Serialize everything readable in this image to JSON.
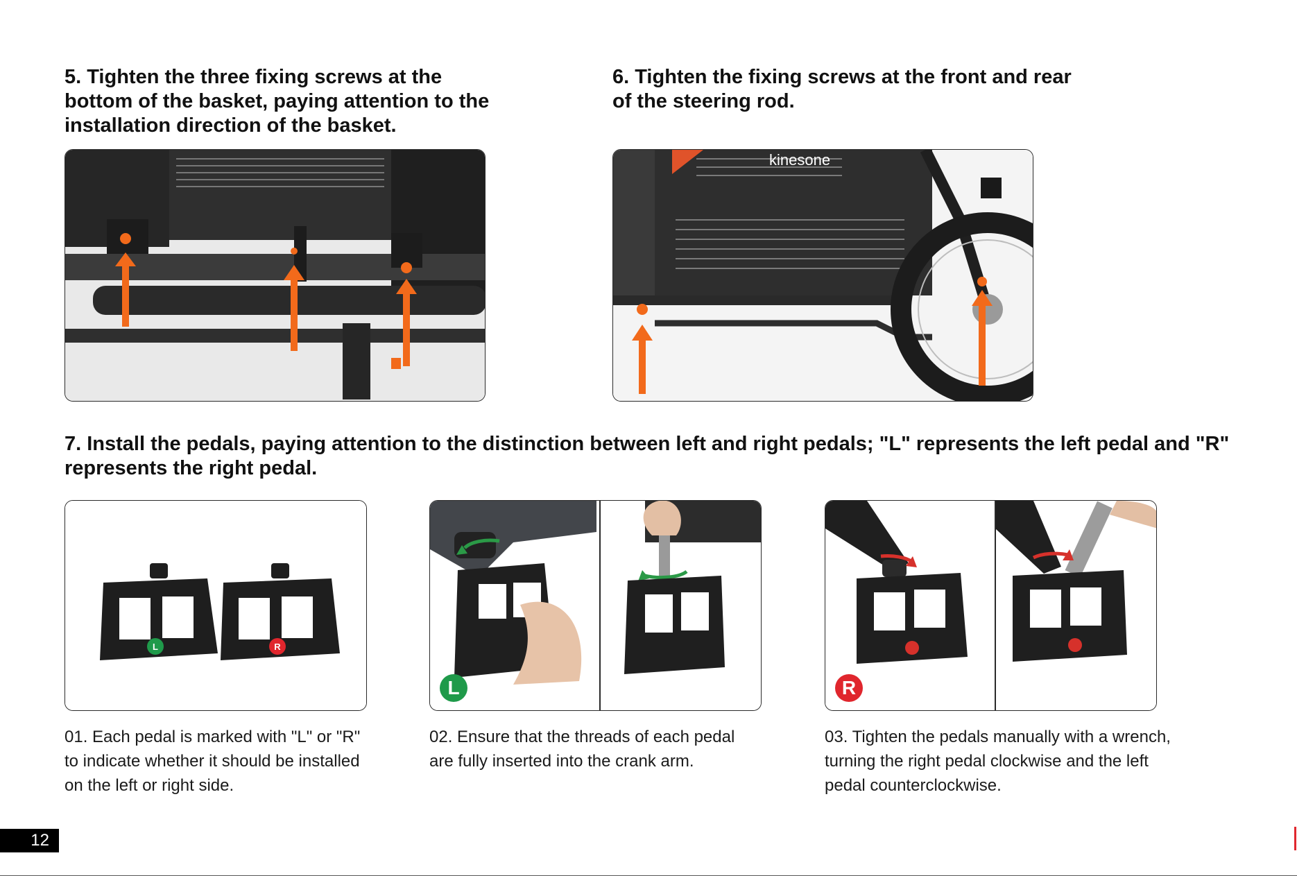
{
  "steps": {
    "step5": "5. Tighten the three fixing screws at the bottom of the basket, paying attention to the installation direction of the basket.",
    "step6": "6. Tighten the fixing screws at the front and rear of the steering rod.",
    "step7": "7. Install the pedals, paying attention to the distinction between left and right pedals; \"L\" represents the left pedal and \"R\" represents the right pedal."
  },
  "captions": {
    "c01": "01. Each pedal is marked with \"L\" or \"R\" to indicate whether it should be installed on the left or right side.",
    "c02": "02. Ensure that the threads of each pedal are fully inserted into the crank arm.",
    "c03": "03. Tighten the pedals manually with a wrench, turning the right pedal clockwise and the left pedal counterclockwise."
  },
  "badges": {
    "left": "L",
    "right": "R"
  },
  "pedal_marks": {
    "left": "L",
    "right": "R"
  },
  "brand_logo": "kinesone",
  "page_number": "12",
  "colors": {
    "arrow_orange": "#f26a1b",
    "badge_green": "#1f9a4a",
    "badge_red": "#e0262d",
    "frame_dark": "#2c2c2c"
  },
  "icons": [
    "arrow-up-icon",
    "clockwise-arrow-icon",
    "counterclockwise-arrow-icon"
  ]
}
